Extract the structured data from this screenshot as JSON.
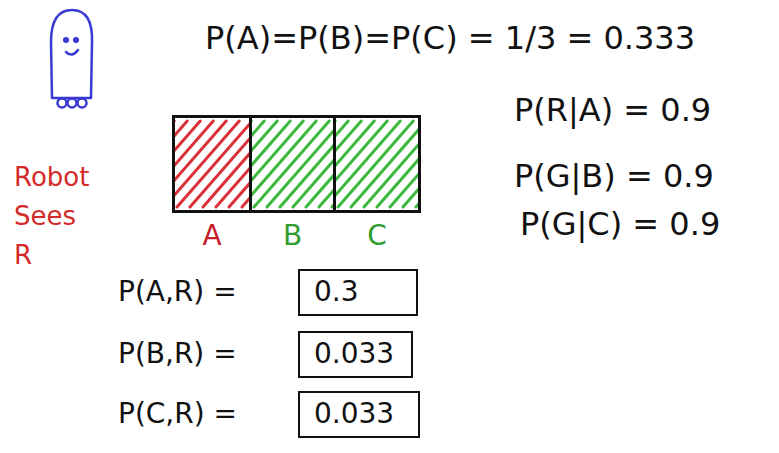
{
  "diagram": {
    "title": "P(A)=P(B)=P(C) = 1/3 = 0.333",
    "nodes": [
      {
        "text": [
          "A"
        ]
      },
      {
        "text": [
          "B"
        ]
      },
      {
        "text": [
          "C"
        ]
      },
      {
        "text": [
          "0.3"
        ]
      },
      {
        "text": [
          "0.033"
        ]
      },
      {
        "text": [
          "0.033"
        ]
      }
    ],
    "labels": [
      "Robot Sees R",
      "P(A,R) =",
      "P(B,R) =",
      "P(C,R) =",
      "P(R|A) = 0.9",
      "P(G|B) = 0.9",
      "P(G|C) = 0.9"
    ]
  }
}
